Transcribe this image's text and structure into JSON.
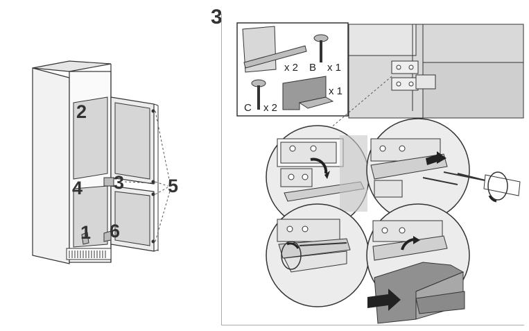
{
  "step_number": "3",
  "fridge_labels": {
    "n2": "2",
    "n4": "4",
    "n3": "3",
    "n5": "5",
    "n1": "1",
    "n6": "6"
  },
  "parts": {
    "slide_qty": "x 2",
    "screw_b": "B",
    "screw_b_qty": "x 1",
    "screw_c": "C",
    "screw_c_qty": "x 2",
    "block_qty": "x 1"
  },
  "colors": {
    "line": "#333333",
    "panel": "#d2d2d2",
    "panel_dark": "#a9a9a9",
    "arrow": "#222222"
  }
}
